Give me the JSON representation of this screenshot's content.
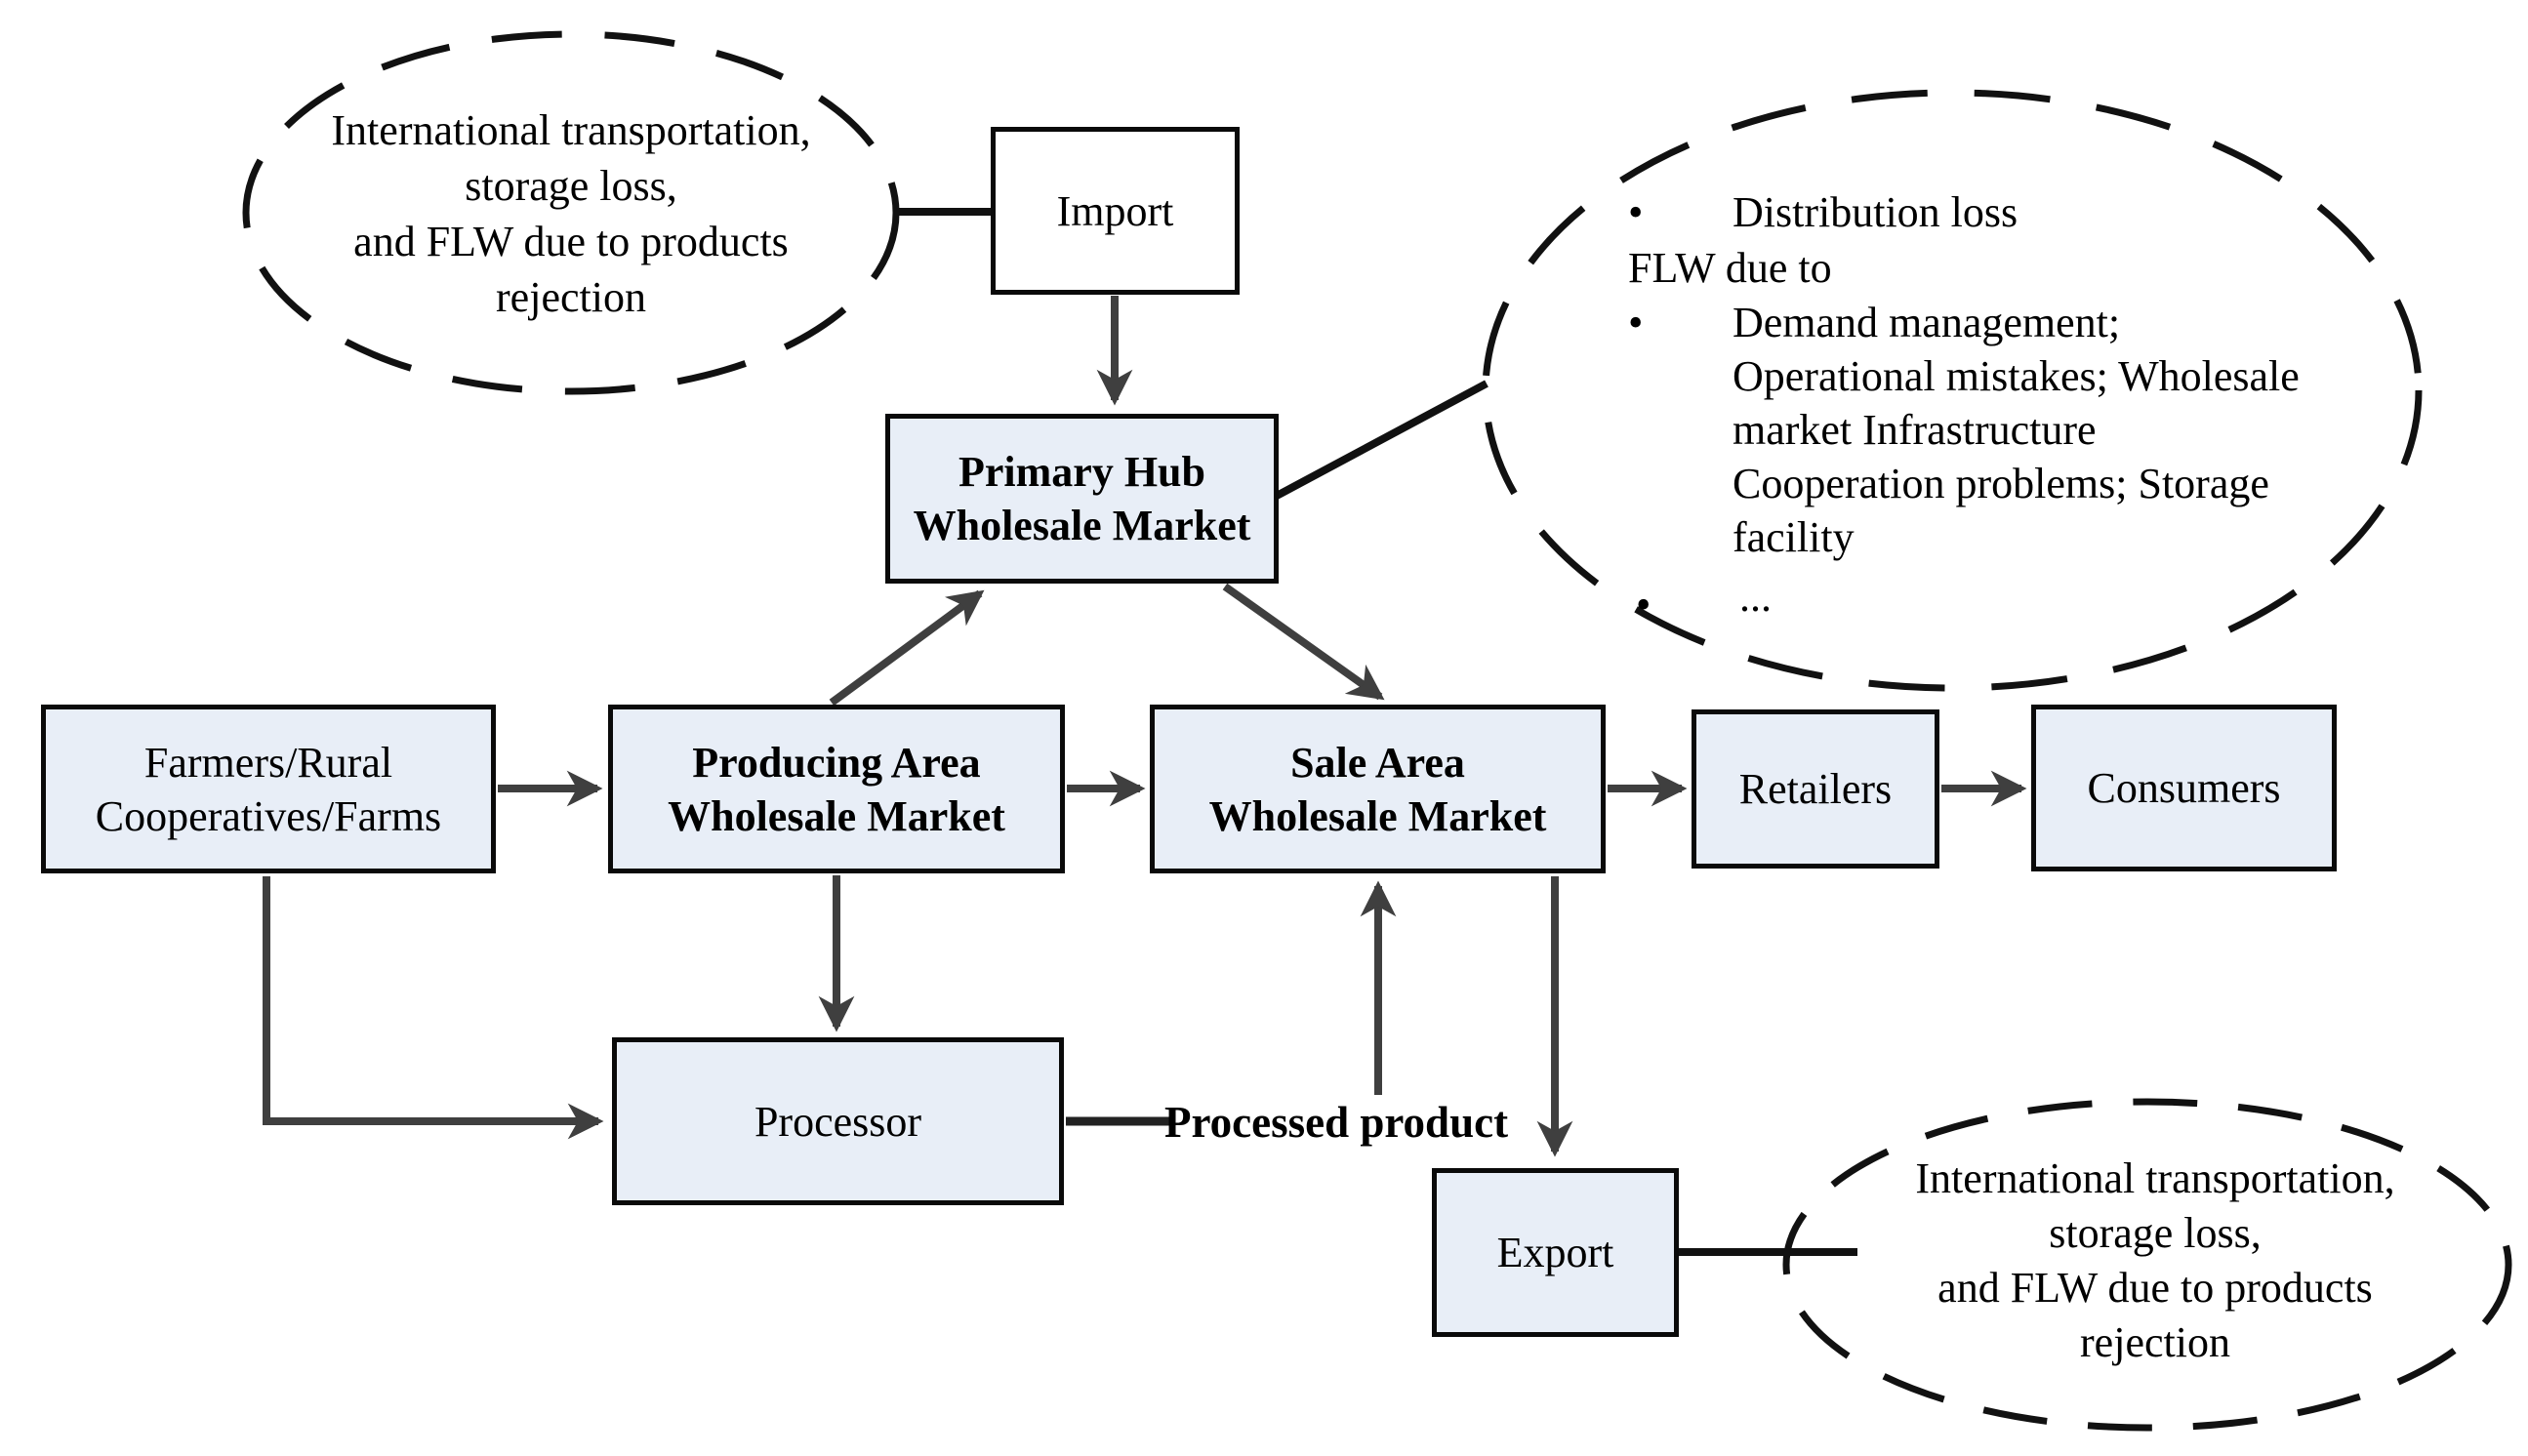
{
  "diagram": {
    "title_hint": "food supply chain flow with FLW (food loss and waste) callouts",
    "boxes": {
      "import": {
        "label": "Import"
      },
      "primary_hub": {
        "label": "Primary Hub\nWholesale Market"
      },
      "farmers": {
        "label": "Farmers/Rural\nCooperatives/Farms"
      },
      "producing": {
        "label": "Producing Area\nWholesale Market"
      },
      "sale": {
        "label": "Sale Area\nWholesale Market"
      },
      "retailers": {
        "label": "Retailers"
      },
      "consumers": {
        "label": "Consumers"
      },
      "processor": {
        "label": "Processor"
      },
      "export": {
        "label": "Export"
      }
    },
    "labels": {
      "processed_product": "Processed product"
    },
    "callouts": {
      "import_loss": {
        "text": "International transportation,\nstorage loss,\nand FLW due to products\nrejection"
      },
      "wholesale_loss": {
        "bullet": "•",
        "item1": "Distribution loss",
        "intro": "FLW due to",
        "item2": "Demand management;\nOperational mistakes; Wholesale\nmarket Infrastructure\nCooperation problems; Storage\nfacility",
        "item3": "..."
      },
      "export_loss": {
        "text": "International transportation,\nstorage loss,\nand FLW due to products\nrejection"
      }
    },
    "colors": {
      "box_fill": "#e8eef7",
      "import_fill": "#ffffff",
      "box_border": "#0a0a0a",
      "arrow": "#3f3f3f",
      "connector_line": "#111111",
      "ellipse_stroke": "#111111"
    }
  }
}
